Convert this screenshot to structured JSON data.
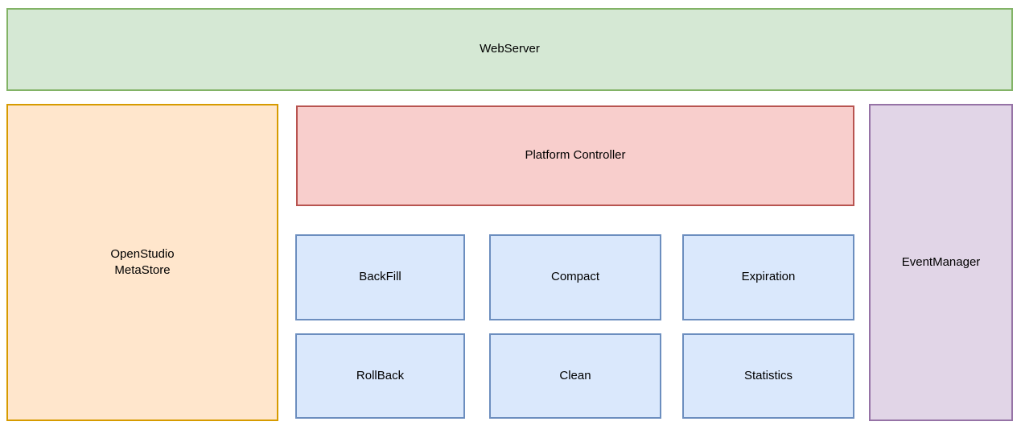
{
  "diagram": {
    "webserver": {
      "label": "WebServer"
    },
    "metastore": {
      "label": "OpenStudio\nMetaStore"
    },
    "platform_controller": {
      "label": "Platform Controller"
    },
    "tasks": [
      {
        "label": "BackFill"
      },
      {
        "label": "Compact"
      },
      {
        "label": "Expiration"
      },
      {
        "label": "RollBack"
      },
      {
        "label": "Clean"
      },
      {
        "label": "Statistics"
      }
    ],
    "event_manager": {
      "label": "EventManager"
    }
  },
  "colors": {
    "green_fill": "#d5e8d4",
    "green_border": "#82b366",
    "orange_fill": "#ffe6cc",
    "orange_border": "#d79b00",
    "red_fill": "#f8cecc",
    "red_border": "#b85450",
    "blue_fill": "#dae8fc",
    "blue_border": "#6c8ebf",
    "purple_fill": "#e1d5e7",
    "purple_border": "#9673a6",
    "text": "#000000",
    "background": "#ffffff"
  }
}
